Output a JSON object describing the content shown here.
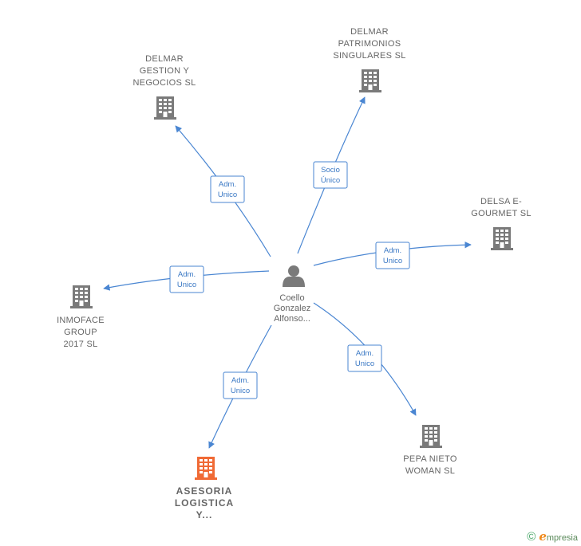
{
  "colors": {
    "edge": "#4a86d2",
    "building": "#7a7a7a",
    "building_highlight": "#f06a35",
    "person": "#7a7a7a",
    "label": "#666666"
  },
  "center": {
    "name_lines": [
      "Coello",
      "Gonzalez",
      "Alfonso..."
    ],
    "icon": "person-icon"
  },
  "companies": [
    {
      "id": "delmar-gestion",
      "lines": [
        "DELMAR",
        "GESTION Y",
        "NEGOCIOS SL"
      ],
      "icon": "building-icon",
      "highlight": false
    },
    {
      "id": "delmar-patrimonios",
      "lines": [
        "DELMAR",
        "PATRIMONIOS",
        "SINGULARES SL"
      ],
      "icon": "building-icon",
      "highlight": false
    },
    {
      "id": "delsa-egourmet",
      "lines": [
        "DELSA E-",
        "GOURMET SL"
      ],
      "icon": "building-icon",
      "highlight": false
    },
    {
      "id": "inmoface",
      "lines": [
        "INMOFACE",
        "GROUP",
        "2017  SL"
      ],
      "icon": "building-icon",
      "highlight": false
    },
    {
      "id": "pepa-nieto",
      "lines": [
        "PEPA NIETO",
        "WOMAN  SL"
      ],
      "icon": "building-icon",
      "highlight": false
    },
    {
      "id": "asesoria",
      "lines": [
        "ASESORIA",
        "LOGISTICA",
        "Y..."
      ],
      "icon": "building-icon",
      "highlight": true
    }
  ],
  "relations": [
    {
      "to": "delmar-gestion",
      "role": [
        "Adm.",
        "Unico"
      ]
    },
    {
      "to": "delmar-patrimonios",
      "role": [
        "Socio",
        "Único"
      ]
    },
    {
      "to": "delsa-egourmet",
      "role": [
        "Adm.",
        "Unico"
      ]
    },
    {
      "to": "inmoface",
      "role": [
        "Adm.",
        "Unico"
      ]
    },
    {
      "to": "pepa-nieto",
      "role": [
        "Adm.",
        "Unico"
      ]
    },
    {
      "to": "asesoria",
      "role": [
        "Adm.",
        "Unico"
      ]
    }
  ],
  "footer": {
    "copyright": "©",
    "brand_initial": "e",
    "brand_rest": "mpresia"
  }
}
